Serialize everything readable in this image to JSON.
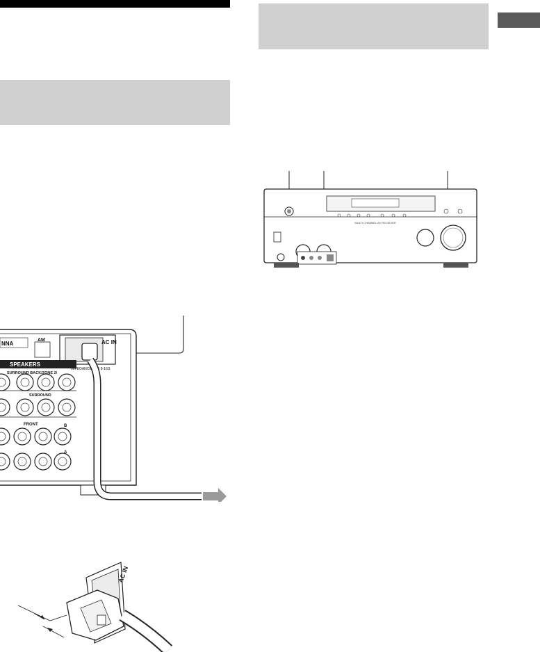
{
  "ac_in_label": "AC IN",
  "rear_panel": {
    "antenna_label": "NNA",
    "am_label": "AM",
    "speakers_label": "SPEAKERS",
    "surround_back_label": "SURROUND BACK/ZONE 2/",
    "surround_label": "SURROUND",
    "front_label": "FRONT",
    "impedance_label": "IMPEDANCE USE 8-16Ω",
    "terminal_a": "A",
    "terminal_b": "B"
  },
  "front_panel": {
    "brand": "MULTI CHANNEL AV RECEIVER"
  }
}
